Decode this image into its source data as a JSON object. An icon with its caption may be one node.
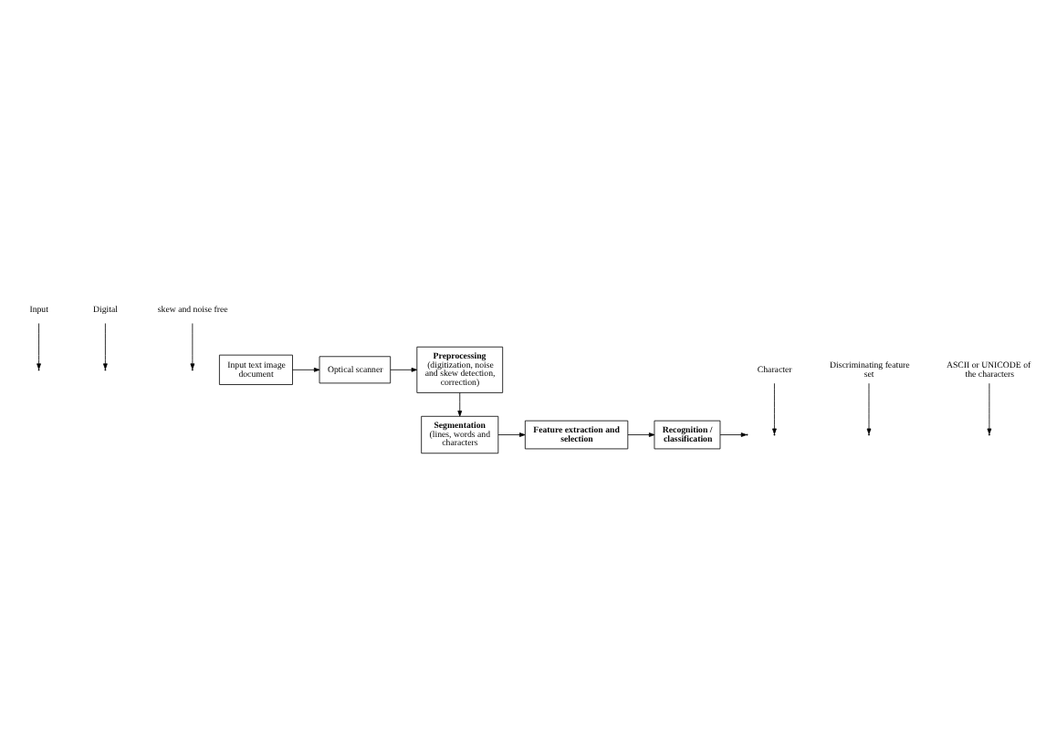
{
  "diagram": {
    "nodes": [
      {
        "text": [
          "Input"
        ]
      },
      {
        "text": [
          "Digital"
        ]
      },
      {
        "text": [
          "skew and noise free"
        ]
      },
      {
        "text": [
          "Input text image document"
        ]
      },
      {
        "text": [
          "Optical scanner"
        ]
      },
      {
        "text": [
          "Preprocessing",
          "(digitization, noise and skew detection, correction)"
        ]
      },
      {
        "text": [
          "Segmentation",
          "(lines, words and characters"
        ]
      },
      {
        "text": [
          "Feature extraction and selection"
        ]
      },
      {
        "text": [
          "Recognition / classification"
        ]
      },
      {
        "text": [
          "Character"
        ]
      },
      {
        "text": [
          "Discriminating feature set"
        ]
      },
      {
        "text": [
          "ASCII or UNICODE of the characters"
        ]
      }
    ],
    "edges": [
      {
        "from": 3,
        "to": 4,
        "arrow": "to"
      },
      {
        "from": 4,
        "to": 5,
        "arrow": "to"
      },
      {
        "from": 5,
        "to": 6,
        "arrow": "to"
      },
      {
        "from": 6,
        "to": 7,
        "arrow": "to"
      },
      {
        "from": 7,
        "to": 8,
        "arrow": "to"
      },
      {
        "from": 8,
        "to": null,
        "arrow": "to"
      },
      {
        "from": 0,
        "to": null,
        "arrow": "to"
      },
      {
        "from": 1,
        "to": null,
        "arrow": "to"
      },
      {
        "from": 2,
        "to": null,
        "arrow": "to"
      },
      {
        "from": 9,
        "to": null,
        "arrow": "to"
      },
      {
        "from": 10,
        "to": null,
        "arrow": "to"
      },
      {
        "from": 11,
        "to": null,
        "arrow": "to"
      }
    ]
  }
}
